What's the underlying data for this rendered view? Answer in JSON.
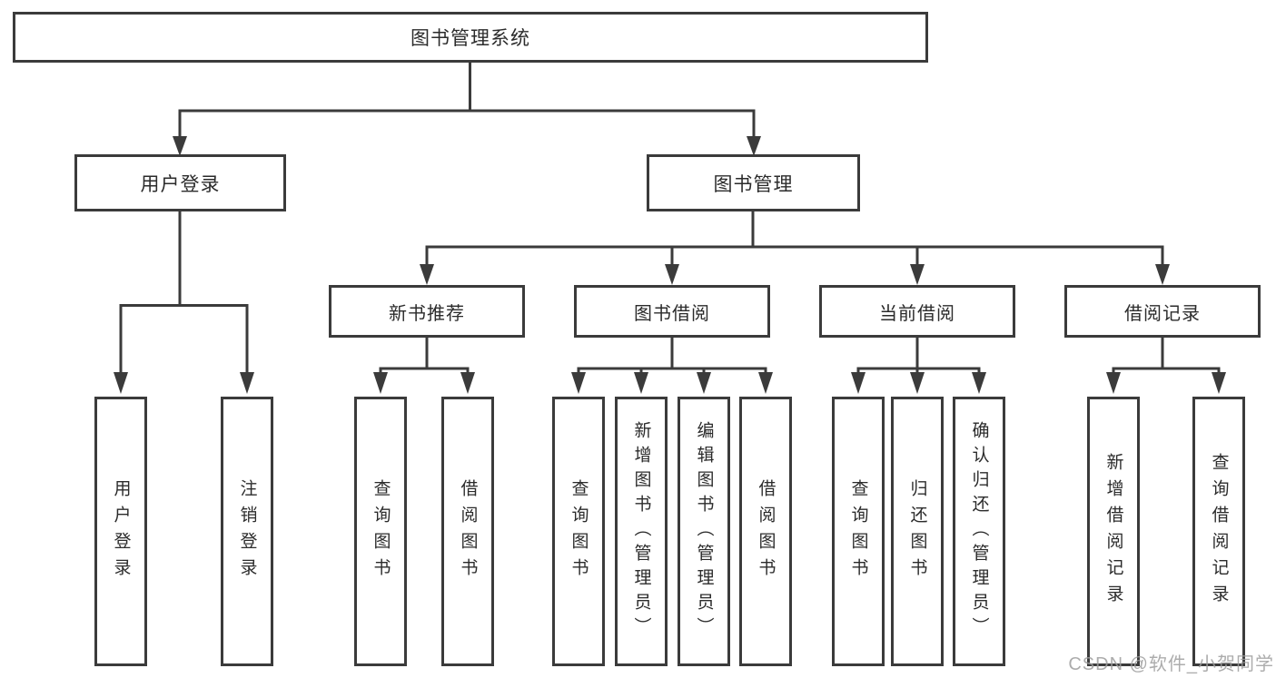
{
  "diagram": {
    "watermark": "CSDN @软件_小贺同学",
    "colors": {
      "line": "#3b3b3b",
      "box_border": "#3b3b3b",
      "text": "#2b2b2b",
      "watermark": "#9e9e9e",
      "background": "#ffffff"
    },
    "tree": {
      "root": {
        "label": "图书管理系统"
      },
      "branches": [
        {
          "label": "用户登录",
          "children": [
            {
              "label": "用户登录"
            },
            {
              "label": "注销登录"
            }
          ]
        },
        {
          "label": "图书管理",
          "children": [
            {
              "label": "新书推荐",
              "children": [
                {
                  "label": "查询图书"
                },
                {
                  "label": "借阅图书"
                }
              ]
            },
            {
              "label": "图书借阅",
              "children": [
                {
                  "label": "查询图书"
                },
                {
                  "label": "新增图书（管理员）"
                },
                {
                  "label": "编辑图书（管理员）"
                },
                {
                  "label": "借阅图书"
                }
              ]
            },
            {
              "label": "当前借阅",
              "children": [
                {
                  "label": "查询图书"
                },
                {
                  "label": "归还图书"
                },
                {
                  "label": "确认归还（管理员）"
                }
              ]
            },
            {
              "label": "借阅记录",
              "children": [
                {
                  "label": "新增借阅记录"
                },
                {
                  "label": "查询借阅记录"
                }
              ]
            }
          ]
        }
      ]
    }
  }
}
